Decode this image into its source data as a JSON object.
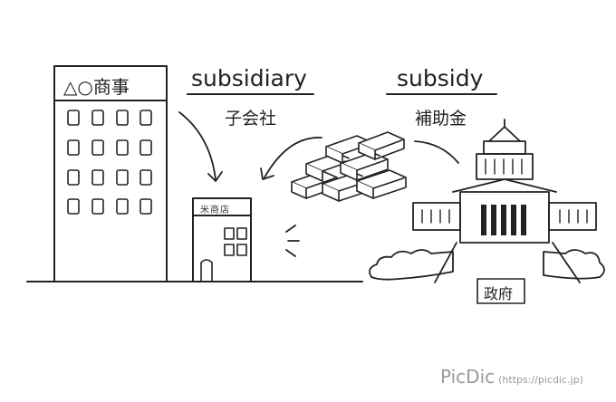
{
  "words": {
    "subsidiary": {
      "english": "subsidiary",
      "japanese": "子会社"
    },
    "subsidy": {
      "english": "subsidy",
      "japanese": "補助金"
    }
  },
  "signs": {
    "big_company": "△○商事",
    "small_shop": "米商店",
    "government": "政府"
  },
  "branding": {
    "name": "PicDic",
    "url": "(https://picdic.jp)"
  },
  "colors": {
    "ink": "#222222",
    "logo": "#9a9a9a"
  }
}
